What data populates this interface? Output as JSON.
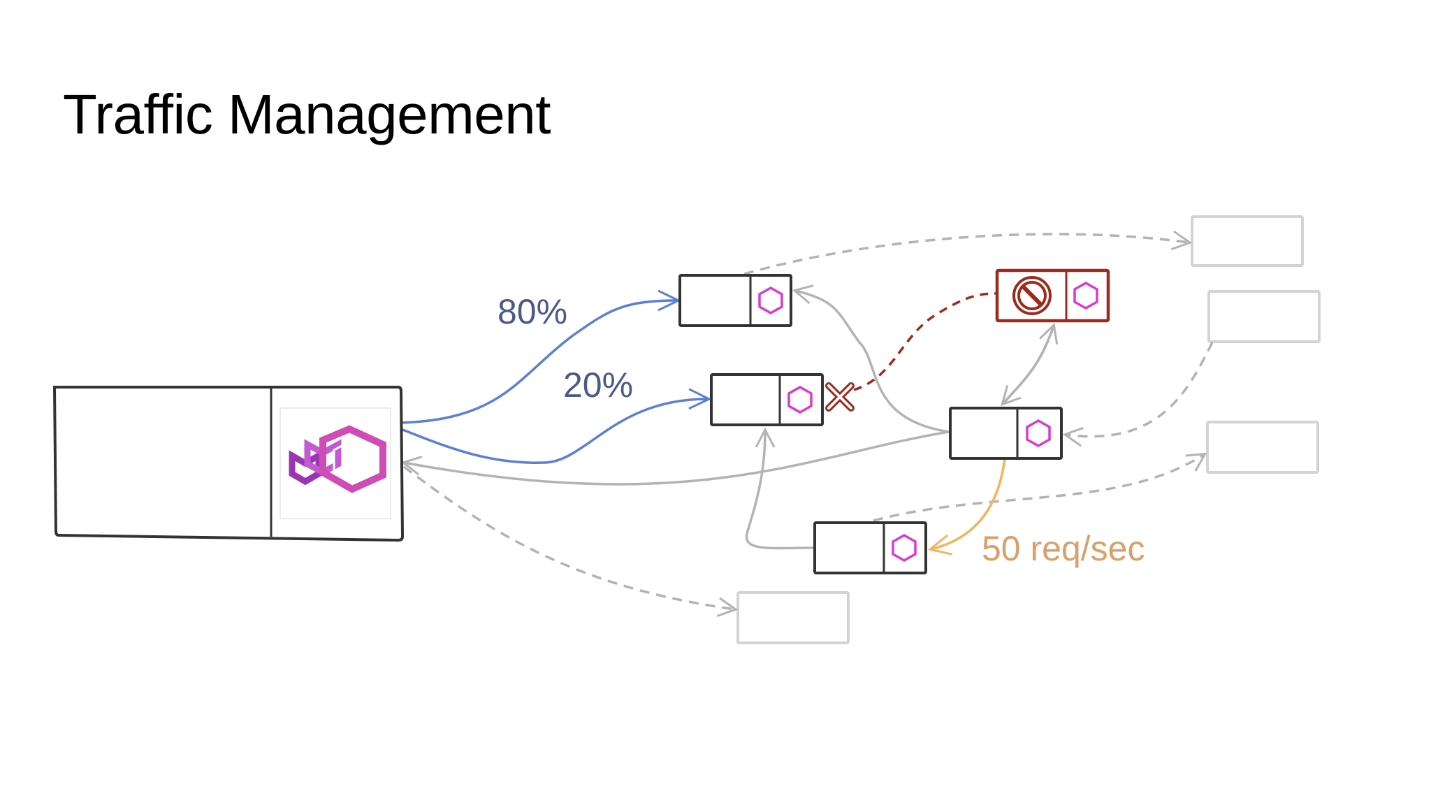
{
  "slide": {
    "title": "Traffic Management"
  },
  "diagram": {
    "labels": {
      "split_80": "80%",
      "split_20": "20%",
      "rate_limit": "50 req/sec"
    },
    "colors": {
      "split_arrows": "#5b7fd6",
      "split_label": "#4a5a8a",
      "blocked": "#9b2b1f",
      "rate_limit": "#f2b55c",
      "rate_label": "#d8a06a",
      "gray_arrows": "#b3b3b3",
      "proxy_icon": "#d63cd0",
      "box_border": "#333333",
      "faded_box": "#d3d3d3"
    },
    "icons": {
      "main_logo": "envoy-logo",
      "sidecar": "hexagon-icon",
      "blocked": "no-entry-icon",
      "failure": "x-mark-icon"
    }
  }
}
